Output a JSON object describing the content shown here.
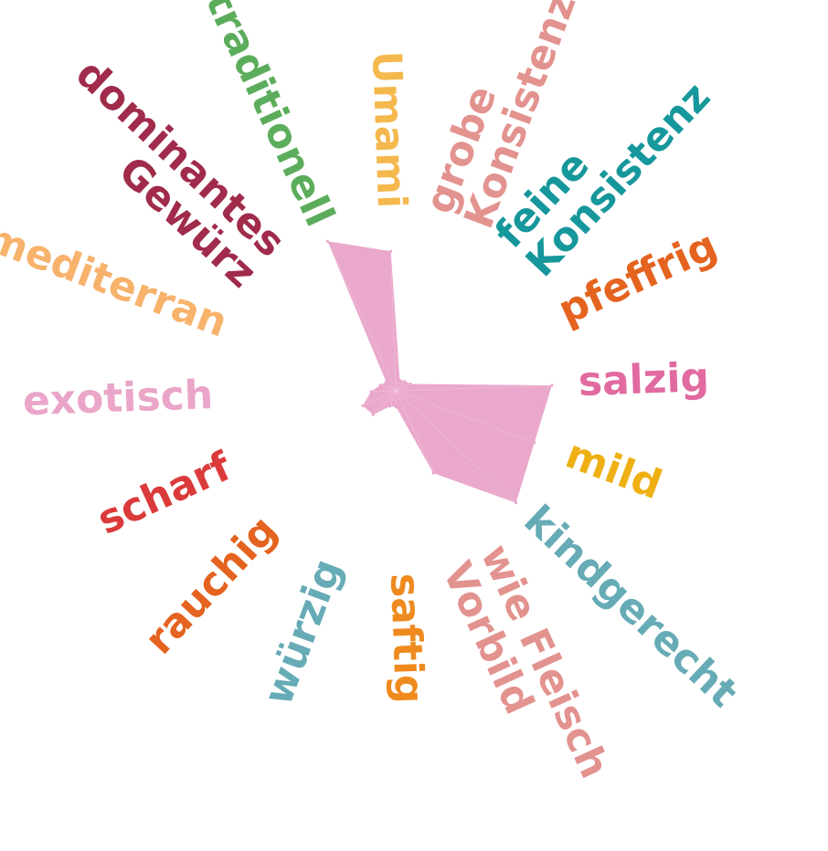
{
  "chart_data": {
    "type": "radar",
    "title": "",
    "grid": false,
    "legend": "none",
    "categories": [
      [
        "Umami"
      ],
      [
        "grobe",
        "Konsistenz"
      ],
      [
        "feine",
        "Konsistenz"
      ],
      [
        "pfeffrig"
      ],
      [
        "salzig"
      ],
      [
        "mild"
      ],
      [
        "kindgerecht"
      ],
      [
        "wie Fleisch",
        "Vorbild"
      ],
      [
        "saftig"
      ],
      [
        "würzig"
      ],
      [
        "rauchig"
      ],
      [
        "scharf"
      ],
      [
        "exotisch"
      ],
      [
        "mediterran"
      ],
      [
        "dominantes",
        "Gewürz"
      ],
      [
        "traditionell"
      ]
    ],
    "category_colors": [
      "#f5b84d",
      "#e3938f",
      "#16979c",
      "#e4631f",
      "#e16aa0",
      "#efb014",
      "#66abb5",
      "#e3938f",
      "#ef8a1e",
      "#66abb5",
      "#e4631f",
      "#db3a3a",
      "#eaa6c8",
      "#f7b26b",
      "#a02b4b",
      "#5cad5b"
    ],
    "series": [
      {
        "values": [
          0.85,
          0.07,
          0.08,
          0.1,
          0.95,
          0.9,
          1.0,
          0.55,
          0.1,
          0.1,
          0.2,
          0.22,
          0.15,
          0.1,
          0.08,
          1.0
        ],
        "color": "#e9a3c9"
      }
    ]
  }
}
